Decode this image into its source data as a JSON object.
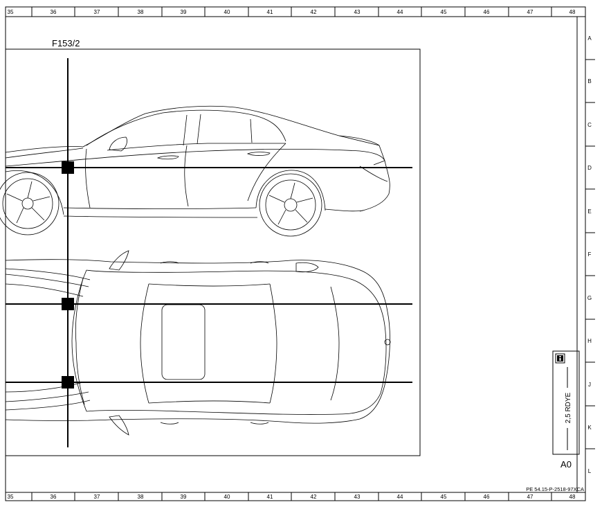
{
  "grid": {
    "columns": [
      "35",
      "36",
      "37",
      "38",
      "39",
      "40",
      "41",
      "42",
      "43",
      "44",
      "45",
      "46",
      "47",
      "48"
    ],
    "rows": [
      "A",
      "B",
      "C",
      "D",
      "E",
      "F",
      "G",
      "H",
      "J",
      "K",
      "L"
    ]
  },
  "panel": {
    "label": "F153/2"
  },
  "location_points": 3,
  "legend": {
    "info_icon": "info-icon",
    "wire_code": "2,5 RDYE",
    "connector": "A0"
  },
  "document_code": "PE 54.15-P-2518-97XCA",
  "colors": {
    "line": "#000000",
    "background": "#ffffff"
  }
}
